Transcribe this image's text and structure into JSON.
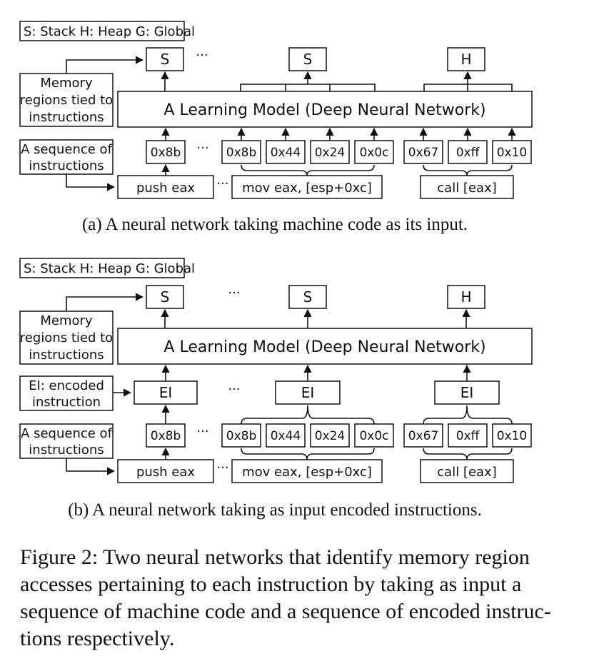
{
  "legend": "S: Stack H: Heap G: Global",
  "ellipsis": "···",
  "panel_a": {
    "outputs": [
      "S",
      "S",
      "H"
    ],
    "model_label": "A Learning Model (Deep Neural Network)",
    "memory_label": [
      "Memory",
      "regions tied to",
      "instructions"
    ],
    "sequence_label": [
      "A sequence of",
      "instructions"
    ],
    "bytes": [
      "0x8b",
      "0x8b",
      "0x44",
      "0x24",
      "0x0c",
      "0x67",
      "0xff",
      "0x10"
    ],
    "instructions": [
      "push eax",
      "mov eax, [esp+0xc]",
      "call [eax]"
    ],
    "caption": "(a) A neural network taking machine code as its input."
  },
  "panel_b": {
    "outputs": [
      "S",
      "S",
      "H"
    ],
    "model_label": "A Learning Model (Deep Neural Network)",
    "memory_label": [
      "Memory",
      "regions tied to",
      "instructions"
    ],
    "ei_label": [
      "EI: encoded",
      "instruction"
    ],
    "ei_boxes": [
      "EI",
      "EI",
      "EI"
    ],
    "sequence_label": [
      "A sequence of",
      "instructions"
    ],
    "bytes": [
      "0x8b",
      "0x8b",
      "0x44",
      "0x24",
      "0x0c",
      "0x67",
      "0xff",
      "0x10"
    ],
    "instructions": [
      "push eax",
      "mov eax, [esp+0xc]",
      "call [eax]"
    ],
    "caption": "(b) A neural network taking as input encoded instructions."
  },
  "figure_caption": [
    "Figure 2: Two neural networks that identify memory region",
    "accesses pertaining to each instruction by taking as input a",
    "sequence of machine code and a sequence of encoded instruc-",
    "tions respectively."
  ]
}
